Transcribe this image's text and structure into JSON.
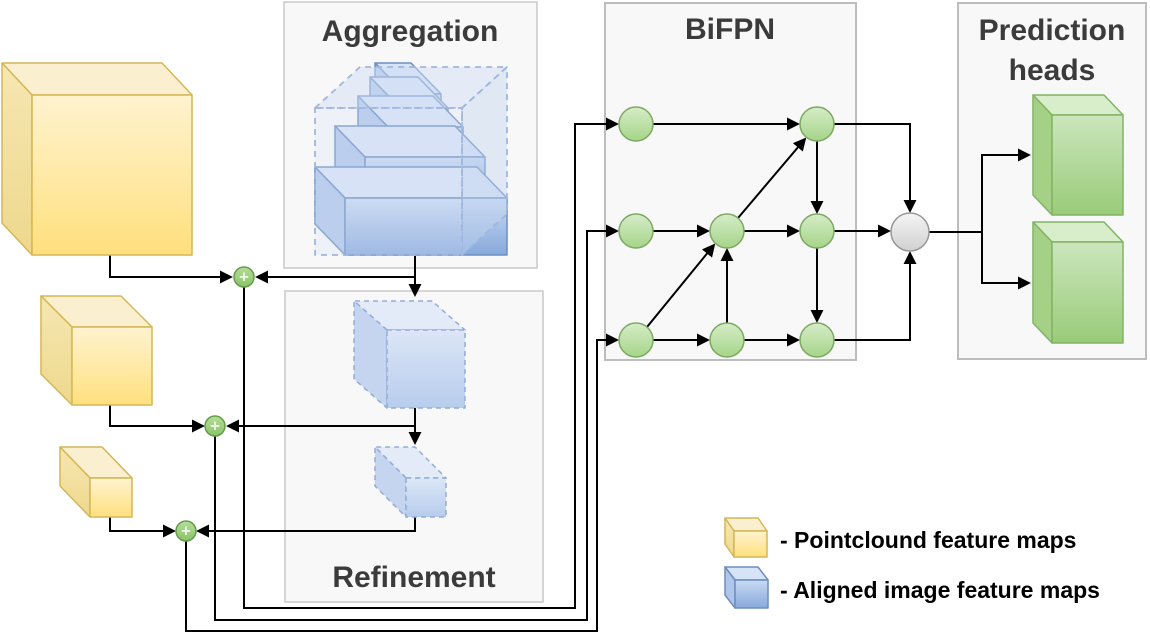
{
  "panels": {
    "aggregation": {
      "title": "Aggregation"
    },
    "refinement": {
      "title": "Refinement"
    },
    "bifpn": {
      "title": "BiFPN"
    },
    "prediction": {
      "title_line1": "Prediction",
      "title_line2": "heads"
    }
  },
  "legend": {
    "items": [
      {
        "swatch": "pointcloud-cube",
        "label": "- Pointclound feature maps"
      },
      {
        "swatch": "aligned-image-cube",
        "label": "- Aligned image feature maps"
      }
    ]
  },
  "symbols": {
    "fusion_plus": "+"
  },
  "colors": {
    "pointcloud_fill": "#ffe07e",
    "aligned_image_fill": "#9dbce8",
    "bifpn_node_fill": "#a5d588",
    "prediction_head_fill": "#99cb78",
    "merge_node_fill": "#d9d9d9",
    "panel_background": "#f8f8f8",
    "connector": "#000000"
  }
}
